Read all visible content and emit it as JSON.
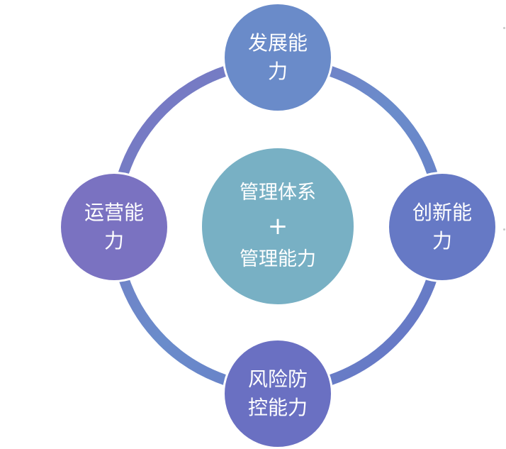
{
  "center": {
    "line1": "管理体系",
    "plus": "+",
    "line2": "管理能力",
    "color": "#78b0c4"
  },
  "nodes": {
    "top": {
      "line1": "发展能",
      "line2": "力",
      "color": "#6a8bc9"
    },
    "right": {
      "line1": "创新能",
      "line2": "力",
      "color": "#6679c5"
    },
    "bottom": {
      "line1": "风险防",
      "line2": "控能力",
      "color": "#6a70c2"
    },
    "left": {
      "line1": "运营能",
      "line2": "力",
      "color": "#7a72c1"
    }
  },
  "ring_colors": [
    "#7b73c1",
    "#6a8ccb",
    "#6673c4"
  ]
}
